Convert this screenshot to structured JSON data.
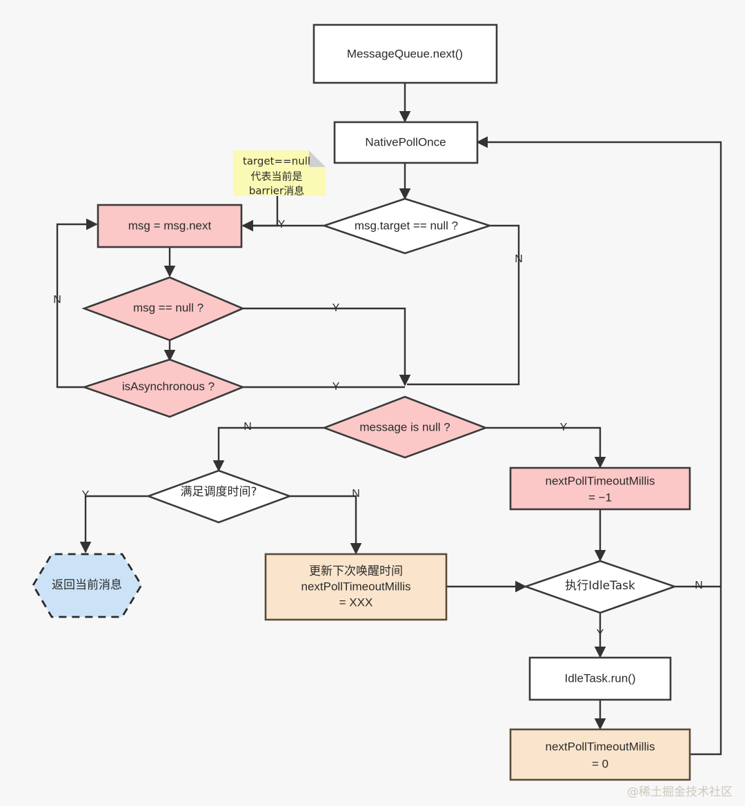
{
  "diagram": {
    "title": "MessageQueue.next() flowchart",
    "background": "#f7f7f7",
    "watermark": "@稀土掘金技术社区",
    "colors": {
      "pink_fill": "#FBC7C7",
      "orange_fill": "#FAE5CC",
      "blue_fill": "#CCE3F7",
      "white_fill": "#FFFFFF",
      "note_fill": "#FAFAB4",
      "note_fold": "#CFCFCF",
      "stroke_dark": "#3A3A3A",
      "stroke_brown": "#594A38",
      "edge": "#333333",
      "text": "#2B2B2B",
      "watermark_color": "#CFC8BD"
    }
  },
  "nodes": {
    "start": {
      "label": "MessageQueue.next()",
      "shape": "rect",
      "fill": "white"
    },
    "native_poll": {
      "label": "NativePollOnce",
      "shape": "rect",
      "fill": "white"
    },
    "target_null": {
      "label": "msg.target == null ?",
      "shape": "diamond",
      "fill": "white"
    },
    "msg_next": {
      "label": "msg = msg.next",
      "shape": "rect",
      "fill": "pink"
    },
    "msg_null": {
      "label": "msg == null ?",
      "shape": "diamond",
      "fill": "pink"
    },
    "is_async": {
      "label": "isAsynchronous ?",
      "shape": "diamond",
      "fill": "pink"
    },
    "message_is_null": {
      "label": "message is null ?",
      "shape": "diamond",
      "fill": "pink"
    },
    "timeout_minus_one": {
      "line1": "nextPollTimeoutMillis",
      "line2": "= −1",
      "shape": "rect",
      "fill": "pink"
    },
    "schedule_time": {
      "label": "满足调度时间?",
      "shape": "diamond",
      "fill": "white"
    },
    "return_message": {
      "label": "返回当前消息",
      "shape": "hexagon-dashed",
      "fill": "blue"
    },
    "update_wake": {
      "line1": "更新下次唤醒时间",
      "line2": "nextPollTimeoutMillis",
      "line3": "= XXX",
      "shape": "rect",
      "fill": "orange"
    },
    "run_idle_task": {
      "label": "执行IdleTask",
      "shape": "diamond",
      "fill": "white"
    },
    "idle_task_run": {
      "label": "IdleTask.run()",
      "shape": "rect",
      "fill": "white"
    },
    "timeout_zero": {
      "line1": "nextPollTimeoutMillis",
      "line2": "= 0",
      "shape": "rect",
      "fill": "orange"
    }
  },
  "note": {
    "line1": "target==null",
    "line2": "代表当前是",
    "line3": "barrier消息"
  },
  "edge_labels": {
    "target_null_yes": "Y",
    "target_null_no": "N",
    "msg_null_yes": "Y",
    "is_async_no": "N",
    "is_async_yes": "Y",
    "message_is_null_yes": "Y",
    "message_is_null_no": "N",
    "schedule_time_yes": "Y",
    "schedule_time_no": "N",
    "idle_task_yes": "Y",
    "idle_task_no": "N"
  }
}
